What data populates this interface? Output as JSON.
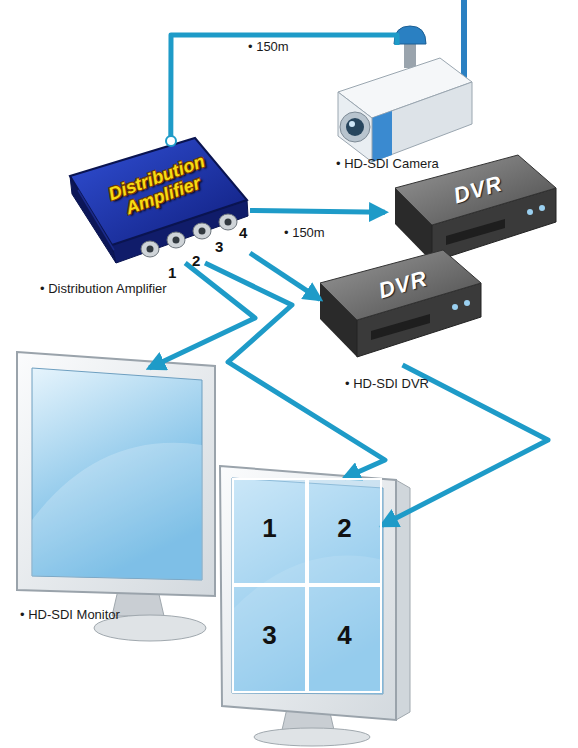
{
  "diagram": {
    "nodes": [
      {
        "text": [
          "Distribution Amplifier",
          "• Distribution Amplifier"
        ]
      },
      {
        "text": [
          "• HD-SDI Camera"
        ]
      },
      {
        "text": [
          "DVR"
        ]
      },
      {
        "text": [
          "DVR",
          "• HD-SDI DVR"
        ]
      },
      {
        "text": [
          "• HD-SDI Monitor"
        ]
      },
      {
        "text": []
      },
      {
        "text": [
          "1"
        ],
        "in": 5
      },
      {
        "text": [
          "2"
        ],
        "in": 5
      },
      {
        "text": [
          "3"
        ],
        "in": 5
      },
      {
        "text": [
          "4"
        ],
        "in": 5
      }
    ],
    "edges": [
      {
        "from": 1,
        "to": 0,
        "arrow": "none",
        "label": "• 150m"
      },
      {
        "from": 0,
        "to": 2,
        "arrow": "to",
        "label": "• 150m"
      },
      {
        "from": 0,
        "to": 3,
        "arrow": "to"
      },
      {
        "from": 0,
        "to": 4,
        "arrow": "to"
      },
      {
        "from": 0,
        "to": 5,
        "arrow": "to"
      },
      {
        "from": 3,
        "to": 5,
        "arrow": "to"
      }
    ],
    "labels": [
      "1",
      "2",
      "3",
      "4"
    ]
  }
}
